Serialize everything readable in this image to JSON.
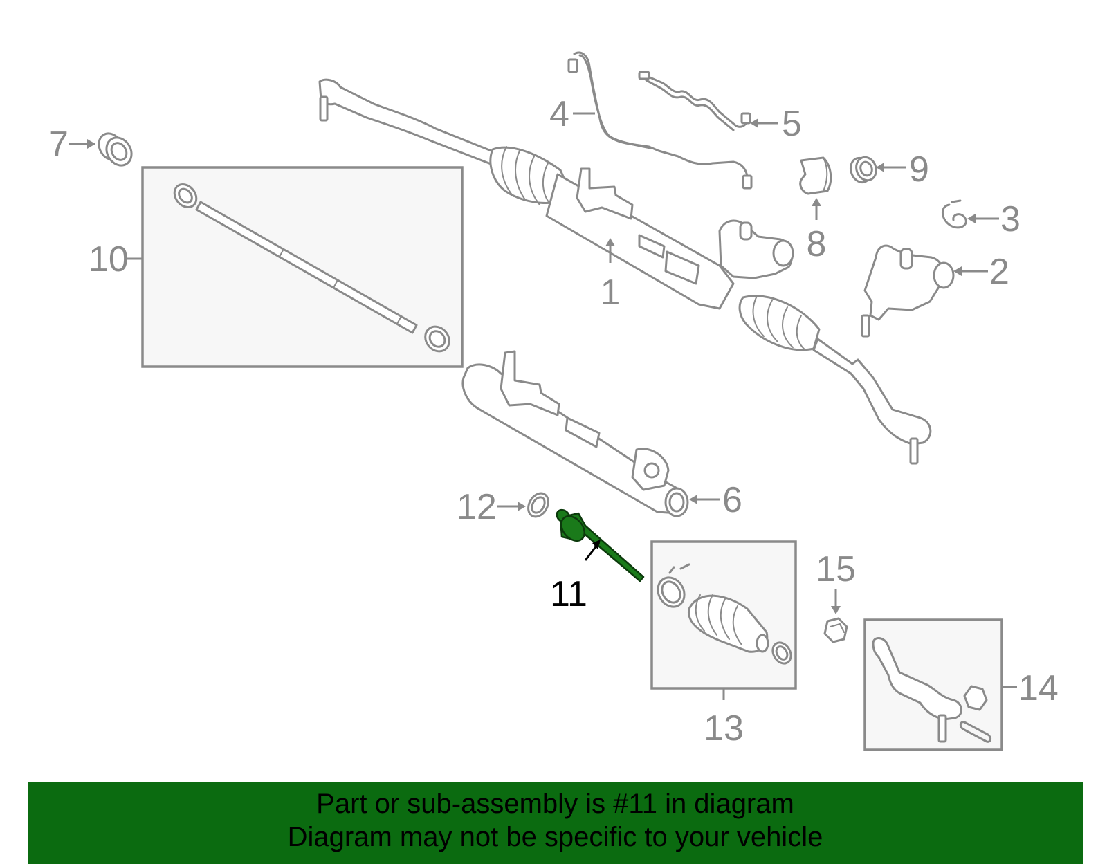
{
  "diagram": {
    "callouts": [
      {
        "id": "1",
        "text": "1"
      },
      {
        "id": "2",
        "text": "2"
      },
      {
        "id": "3",
        "text": "3"
      },
      {
        "id": "4",
        "text": "4"
      },
      {
        "id": "5",
        "text": "5"
      },
      {
        "id": "6",
        "text": "6"
      },
      {
        "id": "7",
        "text": "7"
      },
      {
        "id": "8",
        "text": "8"
      },
      {
        "id": "9",
        "text": "9"
      },
      {
        "id": "10",
        "text": "10"
      },
      {
        "id": "11",
        "text": "11"
      },
      {
        "id": "12",
        "text": "12"
      },
      {
        "id": "13",
        "text": "13"
      },
      {
        "id": "14",
        "text": "14"
      },
      {
        "id": "15",
        "text": "15"
      }
    ],
    "highlighted_part": "11",
    "colors": {
      "line_art": "#8a8a8a",
      "highlight_part": "#1a7a1a",
      "banner_background": "#0b6b10"
    }
  },
  "banner": {
    "line1": "Part or sub-assembly is #11 in diagram",
    "line2": "Diagram may not be specific to your vehicle"
  }
}
